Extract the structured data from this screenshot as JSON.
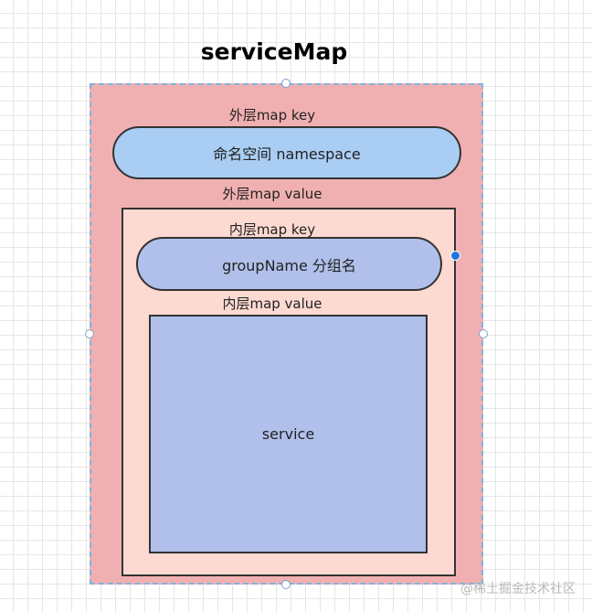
{
  "diagram": {
    "title": "serviceMap",
    "outer_key_label": "外层map key",
    "namespace_text": "命名空间 namespace",
    "outer_value_label": "外层map value",
    "inner_key_label": "内层map key",
    "group_text": "groupName 分组名",
    "inner_value_label": "内层map value",
    "service_text": "service"
  },
  "colors": {
    "outer_fill": "#f0b0b1",
    "outer_dash": "#7fb3de",
    "namespace_fill": "#a9cdf3",
    "inner_fill": "#fcd9d1",
    "group_fill": "#b0c0ea",
    "service_fill": "#b0c0ea",
    "selection_handle": "#1f75e0"
  },
  "watermark": "@稀土掘金技术社区"
}
